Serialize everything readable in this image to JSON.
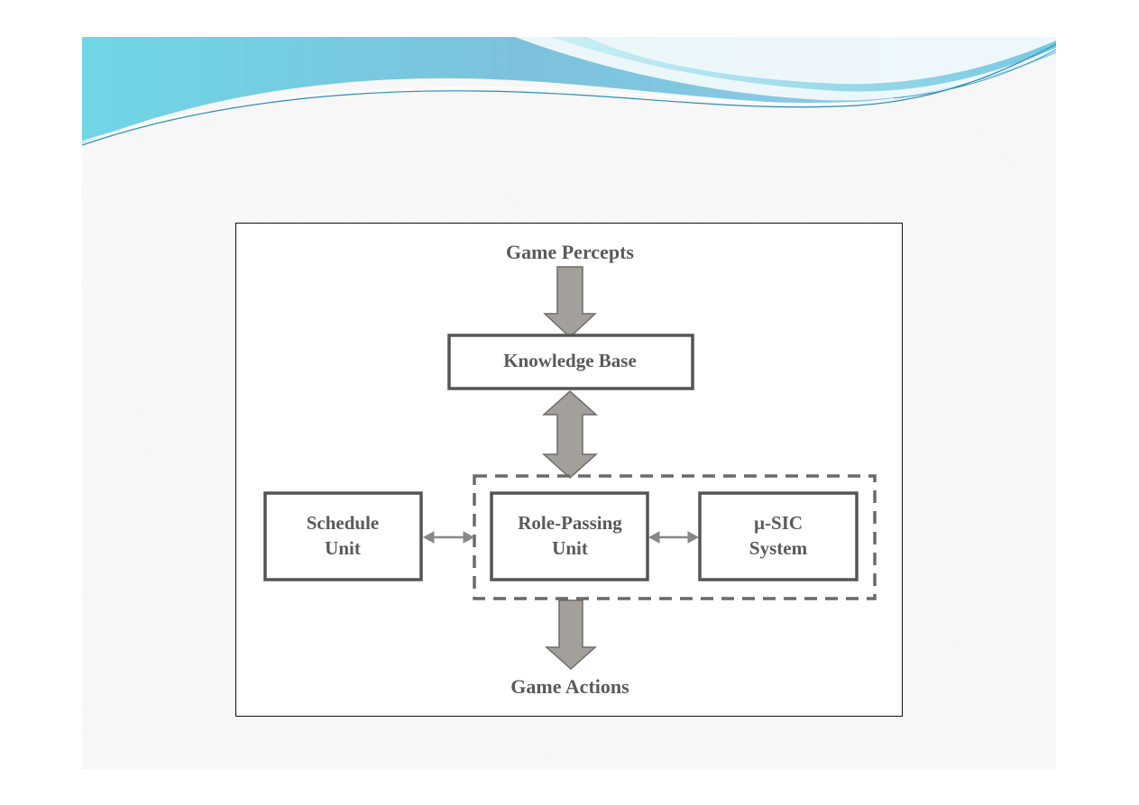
{
  "diagram": {
    "top_label": "Game Percepts",
    "bottom_label": "Game Actions",
    "knowledge_base": "Knowledge Base",
    "schedule_unit": {
      "line1": "Schedule",
      "line2": "Unit"
    },
    "role_passing_unit": {
      "line1": "Role-Passing",
      "line2": "Unit"
    },
    "sic_system": {
      "line1": "µ-SIC",
      "line2": "System"
    }
  },
  "colors": {
    "banner_light": "#aee6ee",
    "banner_dark": "#4fb8d8",
    "arrow_fill": "#a3a09c",
    "box_stroke": "#555555",
    "text": "#5a5a5a"
  }
}
